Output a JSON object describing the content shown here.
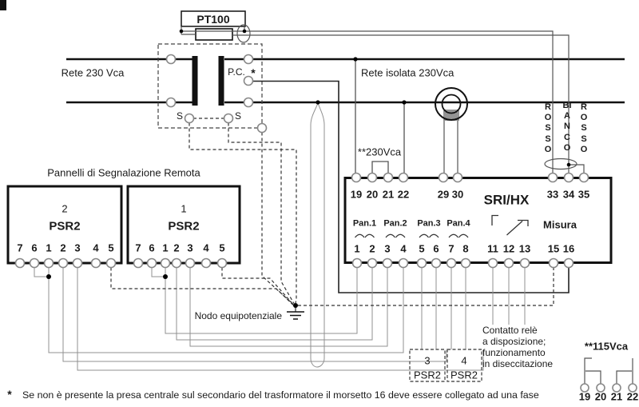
{
  "sensor": {
    "label": "PT100"
  },
  "mains": {
    "line_label": "Rete 230 Vca",
    "isolated_label": "Rete isolata 230Vca",
    "supply_230_label": "**230Vca",
    "supply_115_label": "**115Vca",
    "supply_115_terminals": [
      "19",
      "20",
      "21",
      "22"
    ]
  },
  "transformer": {
    "pc_label": "P.C.",
    "pc_star": "*",
    "s_left": "S",
    "s_right": "S"
  },
  "wire_colors": [
    "ROSSO",
    "BIANCO",
    "ROSSO"
  ],
  "device": {
    "name": "SRI/HX",
    "misura_label": "Misura",
    "top_terminals": [
      "19",
      "20",
      "21",
      "22",
      "29",
      "30",
      "33",
      "34",
      "35"
    ],
    "bottom_terminals": [
      "1",
      "2",
      "3",
      "4",
      "5",
      "6",
      "7",
      "8",
      "11",
      "12",
      "13",
      "15",
      "16"
    ],
    "pan_labels": [
      "Pan.1",
      "Pan.2",
      "Pan.3",
      "Pan.4"
    ]
  },
  "panels": {
    "title": "Pannelli di Segnalazione Remota",
    "terminals": [
      "7",
      "6",
      "1",
      "2",
      "3",
      "4",
      "5"
    ],
    "box2": {
      "number": "2",
      "name": "PSR2"
    },
    "box1": {
      "number": "1",
      "name": "PSR2"
    },
    "box3": {
      "number": "3",
      "name": "PSR2"
    },
    "box4": {
      "number": "4",
      "name": "PSR2"
    }
  },
  "node_label": "Nodo equipotenziale",
  "relay_note": [
    "Contatto relè",
    "a disposizione;",
    "funzionamento",
    "in diseccitazione"
  ],
  "footnote": {
    "marker": "*",
    "text": "Se non è presente la presa centrale sul secondario del trasformatore il morsetto 16 deve essere collegato ad una fase"
  }
}
